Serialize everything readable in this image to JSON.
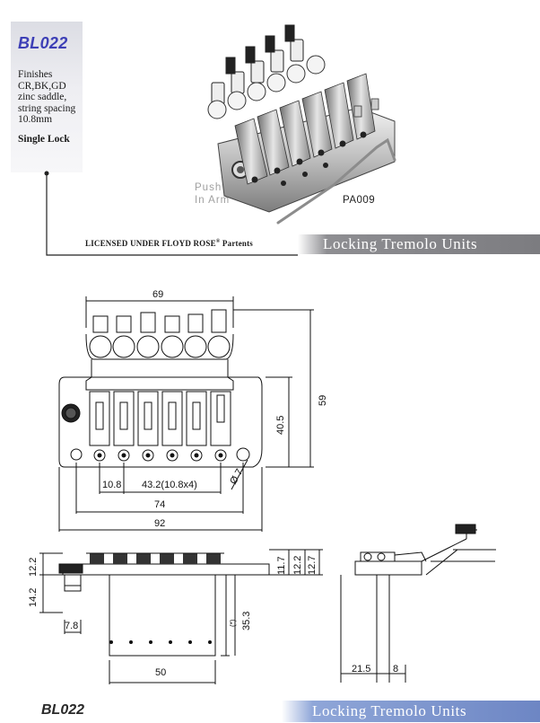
{
  "header": {
    "model_code": "BL022",
    "spec_lines": [
      "Finishes",
      "CR,BK,GD",
      "zinc saddle,",
      "string spacing",
      "10.8mm"
    ],
    "lock_type": "Single Lock",
    "license_text": "LICENSED UNDER FLOYD ROSE",
    "license_mark": "®",
    "license_suffix": " Partents",
    "category": "Locking Tremolo Units"
  },
  "photo": {
    "push_line1": "Push",
    "push_line2": "In Arm",
    "part_number": "PA009"
  },
  "drawing": {
    "top_view": {
      "width_top": "69",
      "height_total": "59",
      "height_partial": "40.5",
      "saddle_end": "10.8",
      "string_spacing": "43.2(10.8x4)",
      "post_spacing": "74",
      "base_width": "92",
      "post_diameter": "Ø 7"
    },
    "front_view": {
      "left_height": "12.2",
      "stud_height": "14.2",
      "stud_width": "7.8",
      "block_height": "35.3",
      "block_note": "(*)",
      "block_width": "50",
      "right_h1": "11.7",
      "right_h2": "12.2",
      "right_h3": "12.7"
    },
    "side_view": {
      "depth": "21.5",
      "thickness": "8"
    }
  },
  "footer": {
    "model_code": "BL022",
    "category": "Locking Tremolo Units"
  },
  "colors": {
    "model_blue": "#3d3fb6",
    "banner_grey": "#7c7c80",
    "banner_blue": "#6d86c4"
  }
}
